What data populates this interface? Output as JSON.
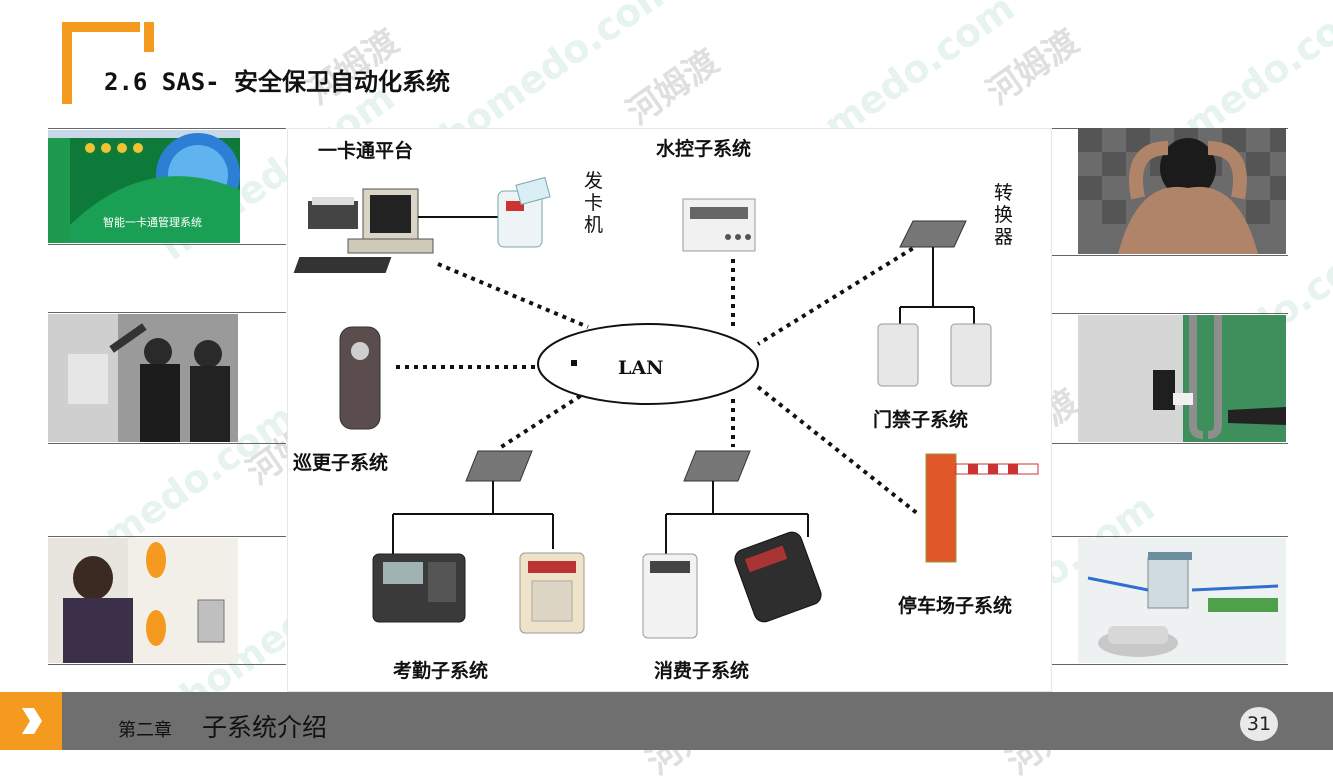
{
  "header": {
    "title": "2.6 SAS- 安全保卫自动化系统"
  },
  "diagram": {
    "nodes": {
      "card_platform": "一卡通平台",
      "card_issuer": "发卡机",
      "water_control": "水控子系统",
      "converter": "转换器",
      "lan": "LAN",
      "patrol": "巡更子系统",
      "access_control": "门禁子系统",
      "attendance": "考勤子系统",
      "consumption": "消费子系统",
      "parking": "停车场子系统"
    },
    "screen_caption": "智能一卡通管理系统"
  },
  "footer": {
    "chapter": "第二章",
    "section": "子系统介绍",
    "page_number": "31"
  },
  "colors": {
    "accent": "#f39a1f",
    "footer_bg": "#6f6f6f"
  }
}
